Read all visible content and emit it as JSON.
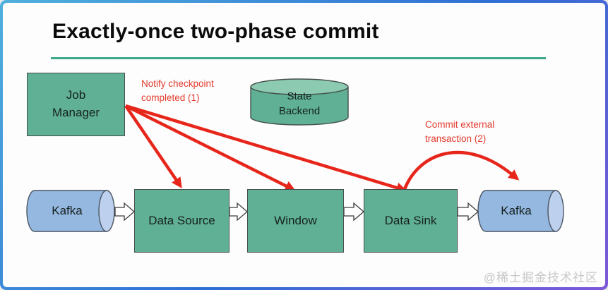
{
  "slide": {
    "title": "Exactly-once two-phase commit",
    "watermark": "@稀土掘金技术社区"
  },
  "nodes": {
    "job_manager": {
      "lines": [
        "Job",
        "Manager"
      ]
    },
    "state_backend": {
      "lines": [
        "State",
        "Backend"
      ]
    },
    "kafka_in": {
      "label": "Kafka"
    },
    "data_source": {
      "label": "Data Source"
    },
    "window": {
      "label": "Window"
    },
    "data_sink": {
      "label": "Data Sink"
    },
    "kafka_out": {
      "label": "Kafka"
    }
  },
  "annotations": {
    "notify_checkpoint": {
      "lines": [
        "Notify checkpoint",
        "completed (1)"
      ]
    },
    "commit_transaction": {
      "lines": [
        "Commit external",
        "transaction (2)"
      ]
    }
  },
  "colors": {
    "node_green": "#5fb094",
    "node_green_top_face": "#8ccab1",
    "cylinder_blue": "#95b8e1",
    "cylinder_blue_end_face": "#bdd0ed",
    "arrow_red": "#e7261b",
    "block_arrow_fill": "#ffffff",
    "title_underline_teal": "#3fa98c",
    "frame_gradient": [
      "#4fb0dc",
      "#2f6fd5",
      "#7d58d8"
    ]
  }
}
